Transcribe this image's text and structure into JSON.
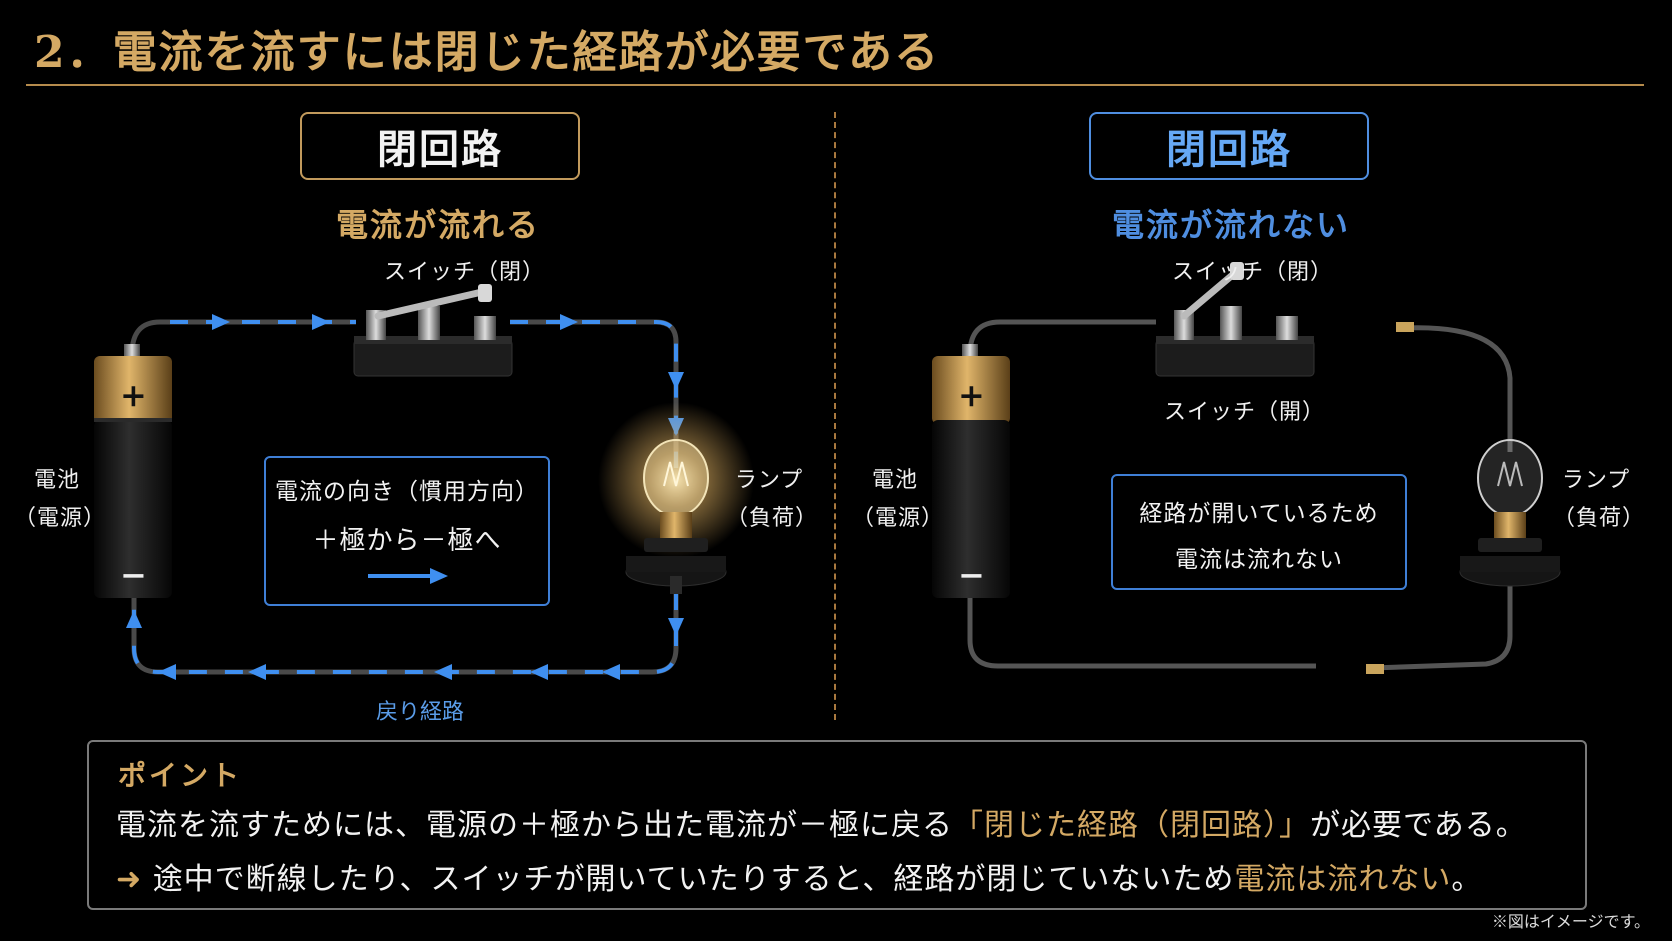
{
  "header": {
    "title": "2．電流を流すには閉じた経路が必要である"
  },
  "left": {
    "box_title": "閉回路",
    "subtitle": "電流が流れる",
    "switch_label": "スイッチ（閉）",
    "battery_label_1": "電池",
    "battery_label_2": "（電源）",
    "lamp_label_1": "ランプ",
    "lamp_label_2": "（負荷）",
    "info_line_1": "電流の向き（慣用方向）",
    "info_line_2": "＋極から－極へ",
    "return_label": "戻り経路",
    "plus": "+",
    "minus": "−"
  },
  "right": {
    "box_title": "閉回路",
    "subtitle": "電流が流れない",
    "switch_label_closed": "スイッチ（閉）",
    "switch_label_open": "スイッチ（開）",
    "battery_label_1": "電池",
    "battery_label_2": "（電源）",
    "lamp_label_1": "ランプ",
    "lamp_label_2": "（負荷）",
    "info_line_1": "経路が開いているため",
    "info_line_2": "電流は流れない",
    "plus": "+",
    "minus": "−"
  },
  "point": {
    "heading": "ポイント",
    "line1_a": "電流を流すためには、電源の＋極から出た電流が－極に戻る",
    "line1_b": "「閉じた経路（閉回路）」",
    "line1_c": "が必要である。",
    "line2_arrow": "➜",
    "line2_a": "途中で断線したり、スイッチが開いていたりすると、経路が閉じていないため",
    "line2_b": "電流は流れない",
    "line2_c": "。"
  },
  "footer": {
    "note": "※図はイメージです。"
  },
  "colors": {
    "gold": "#d4a964",
    "blue": "#4f8ee0",
    "arrow": "#3f8ff0"
  }
}
